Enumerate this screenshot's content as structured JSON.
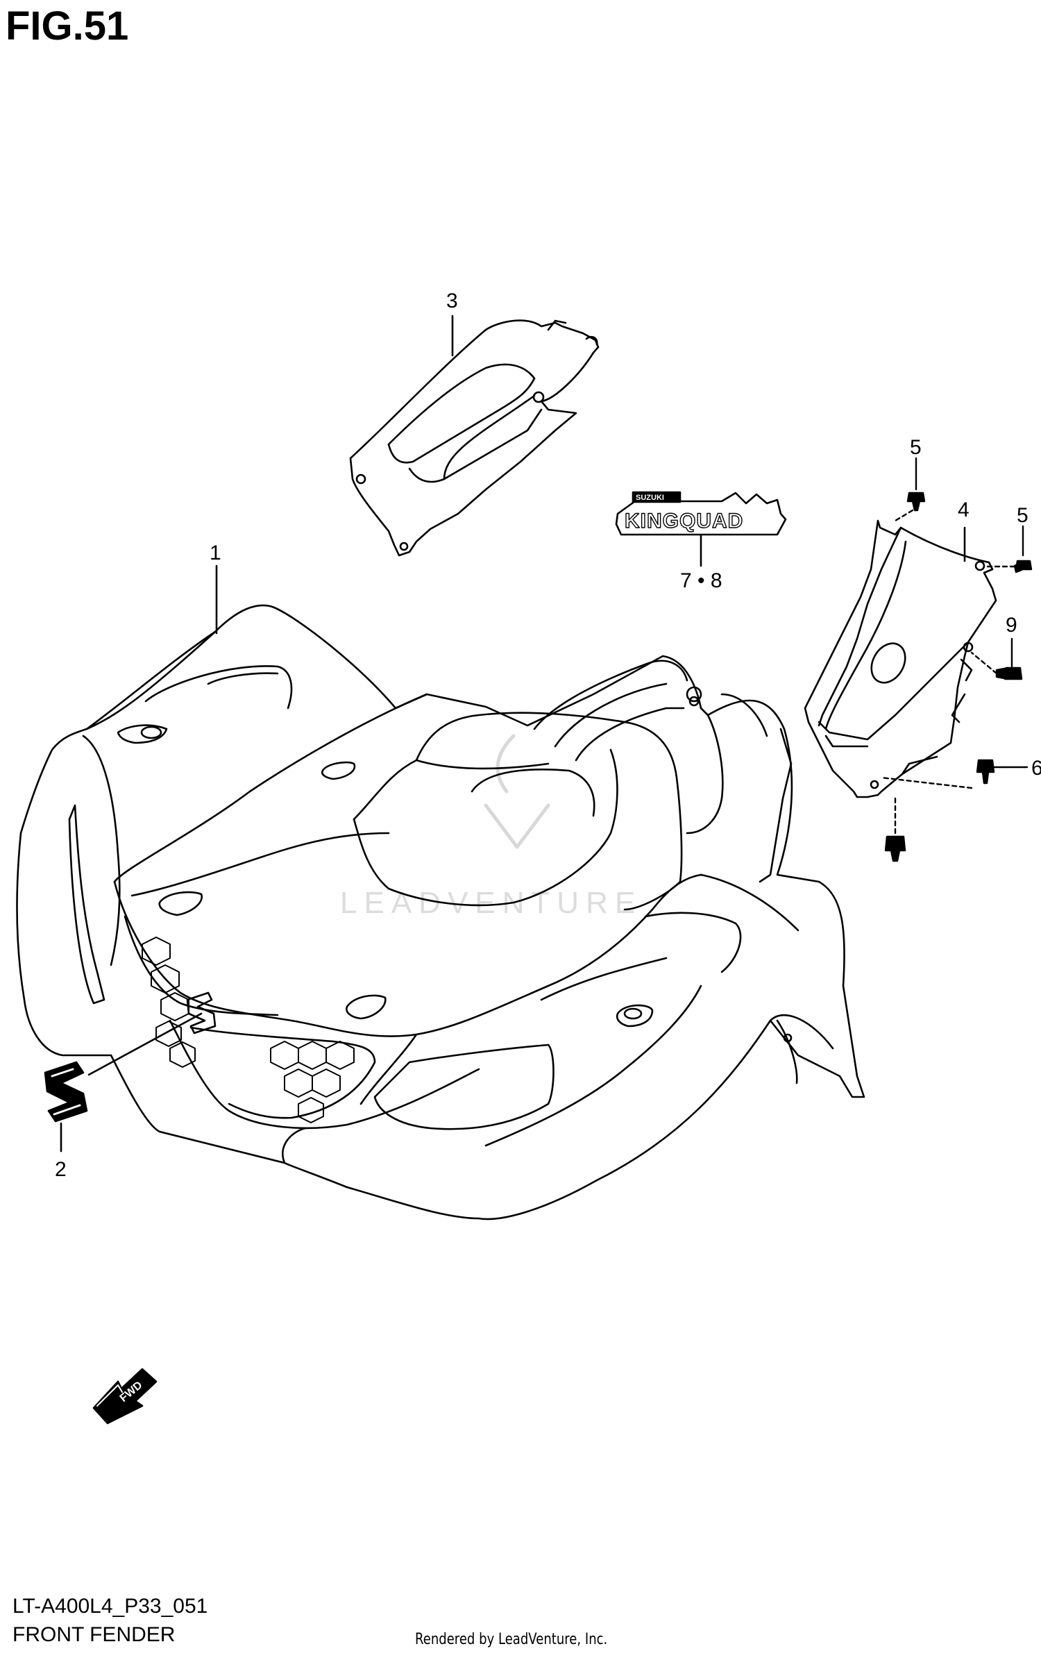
{
  "figure": {
    "title": "FIG.51"
  },
  "callouts": {
    "c1": "1",
    "c2": "2",
    "c3": "3",
    "c4": "4",
    "c5a": "5",
    "c5b": "5",
    "c6": "6",
    "c78": "7 • 8",
    "c9": "9"
  },
  "decal": {
    "brand": "SUZUKI",
    "model": "KINGQUAD"
  },
  "arrow": {
    "label": "FWD"
  },
  "watermark": {
    "text": "LEADVENTURE"
  },
  "footer": {
    "model_code": "LT-A400L4_P33_051",
    "diagram_name": "FRONT FENDER",
    "credit": "Rendered by LeadVenture, Inc."
  }
}
